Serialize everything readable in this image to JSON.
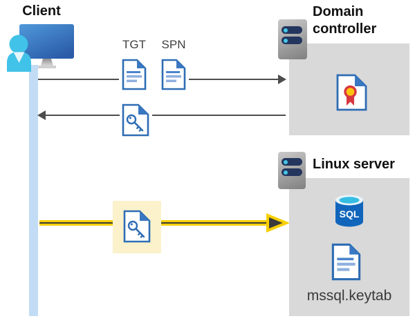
{
  "client": {
    "label": "Client"
  },
  "tickets": {
    "tgt_label": "TGT",
    "spn_label": "SPN"
  },
  "domain_controller": {
    "title": "Domain controller"
  },
  "linux_server": {
    "title": "Linux server",
    "sql_label": "SQL",
    "keytab_label": "mssql.keytab"
  },
  "icons": {
    "client": "user-at-computer-icon",
    "server": "server-icon",
    "ticket_document": "document-icon",
    "key_ticket": "key-document-icon",
    "certificate": "certificate-icon",
    "sql_database": "sql-database-icon"
  },
  "colors": {
    "doc_blue": "#2E6DB4",
    "doc_line_dark": "#4A84CB",
    "doc_line_light": "#8FB0DF",
    "monitor_blue": "#3D7CC4",
    "person_cyan": "#41C2E8",
    "panel_gray": "#D9D9D9",
    "lifeline_blue": "#C2DCF5",
    "arrow_gray": "#4D4D4D",
    "arrow_yellow": "#F7CF00",
    "highlight_yellow": "#FBF2CB",
    "server_pill_navy": "#24365E",
    "sql_blue": "#1166BB",
    "sql_top_cyan": "#35BDE3",
    "cert_gold": "#FFC20E",
    "cert_red": "#D7373F",
    "title_black": "#111111",
    "label_gray": "#3F3F3F"
  }
}
